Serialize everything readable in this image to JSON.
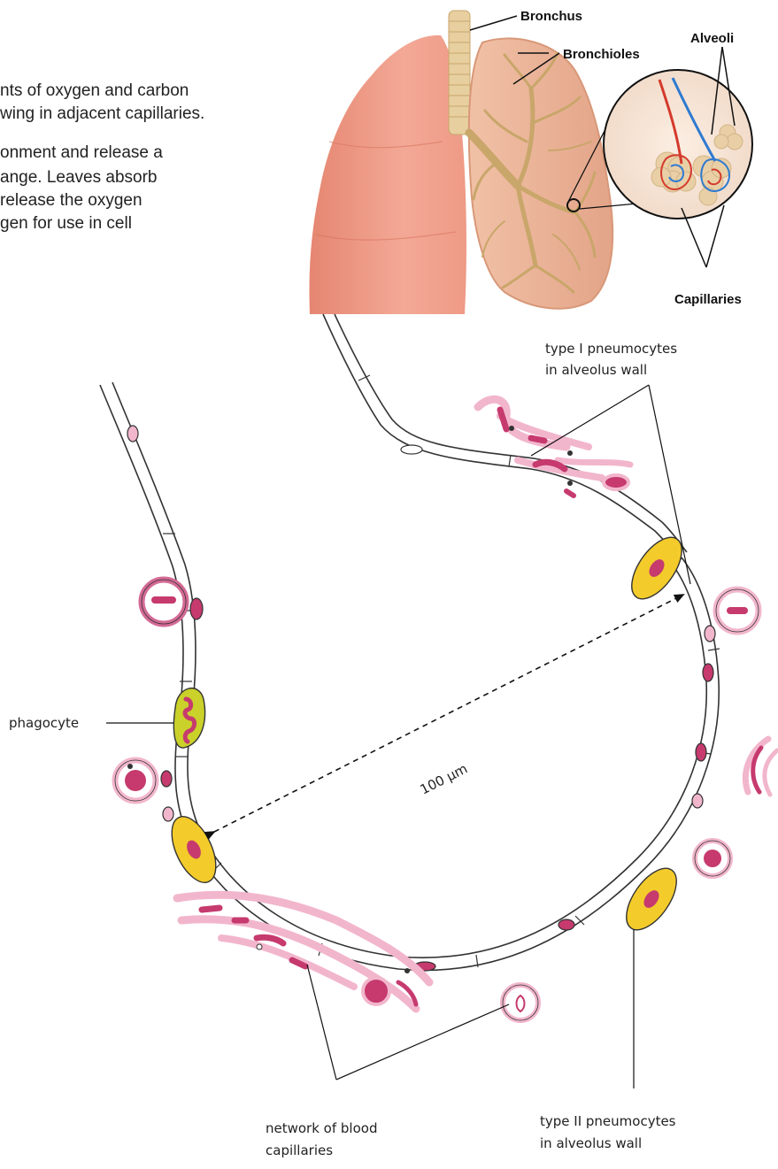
{
  "body_text": {
    "lines": [
      "nts of oxygen and carbon",
      "wing in adjacent capillaries.",
      "onment and release a",
      "ange. Leaves absorb",
      " release the oxygen",
      "gen for use in cell"
    ]
  },
  "lung_figure": {
    "labels": {
      "bronchus": "Bronchus",
      "bronchioles": "Bronchioles",
      "alveoli": "Alveoli",
      "capillaries": "Capillaries"
    }
  },
  "alveolus_figure": {
    "labels": {
      "type1_line1": "type I pneumocytes",
      "type1_line2": "in alveolus wall",
      "phagocyte": "phagocyte",
      "scale": "100 μm",
      "capillary_line1": "network of blood",
      "capillary_line2": "capillaries",
      "type2_line1": "type II pneumocytes",
      "type2_line2": "in alveolus wall"
    }
  },
  "colors": {
    "lung": "#ec9a86",
    "bronchus": "#e7cfa0",
    "rbc": "#c63a6e",
    "capillary": "#f2b6cc",
    "pneumocyte2": "#f3cb2b",
    "phagocyte": "#c9d12a"
  }
}
